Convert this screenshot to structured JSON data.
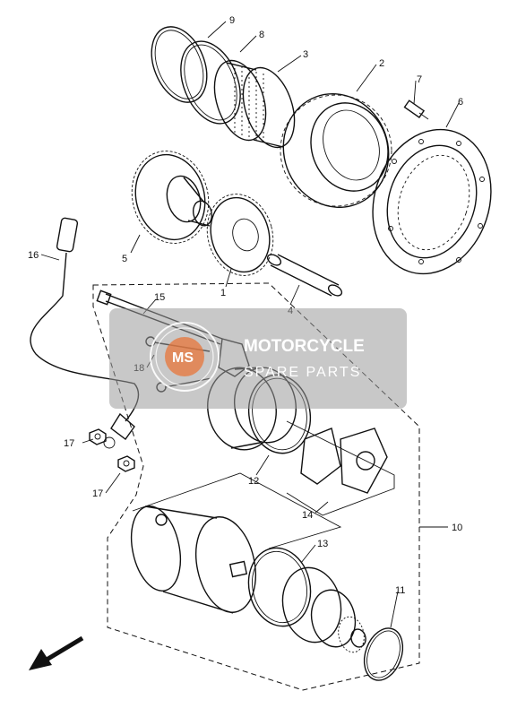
{
  "callouts": [
    {
      "key": "c9",
      "text": "9"
    },
    {
      "key": "c8",
      "text": "8"
    },
    {
      "key": "c3",
      "text": "3"
    },
    {
      "key": "c2",
      "text": "2"
    },
    {
      "key": "c7",
      "text": "7"
    },
    {
      "key": "c6",
      "text": "6"
    },
    {
      "key": "c5",
      "text": "5"
    },
    {
      "key": "c1",
      "text": "1"
    },
    {
      "key": "c4",
      "text": "4"
    },
    {
      "key": "c16",
      "text": "16"
    },
    {
      "key": "c15",
      "text": "15"
    },
    {
      "key": "c18",
      "text": "18"
    },
    {
      "key": "c17a",
      "text": "17"
    },
    {
      "key": "c17b",
      "text": "17"
    },
    {
      "key": "c12",
      "text": "12"
    },
    {
      "key": "c14",
      "text": "14"
    },
    {
      "key": "c10",
      "text": "10"
    },
    {
      "key": "c13",
      "text": "13"
    },
    {
      "key": "c11",
      "text": "11"
    }
  ],
  "watermark": {
    "logo_text": "MS",
    "title": "MOTORCYCLE",
    "subtitle": "SPARE PARTS",
    "overlay_color": "#9a9a9a",
    "logo_color": "#e8753a"
  },
  "icons": {
    "direction_arrow": "front-direction-arrow-icon"
  }
}
